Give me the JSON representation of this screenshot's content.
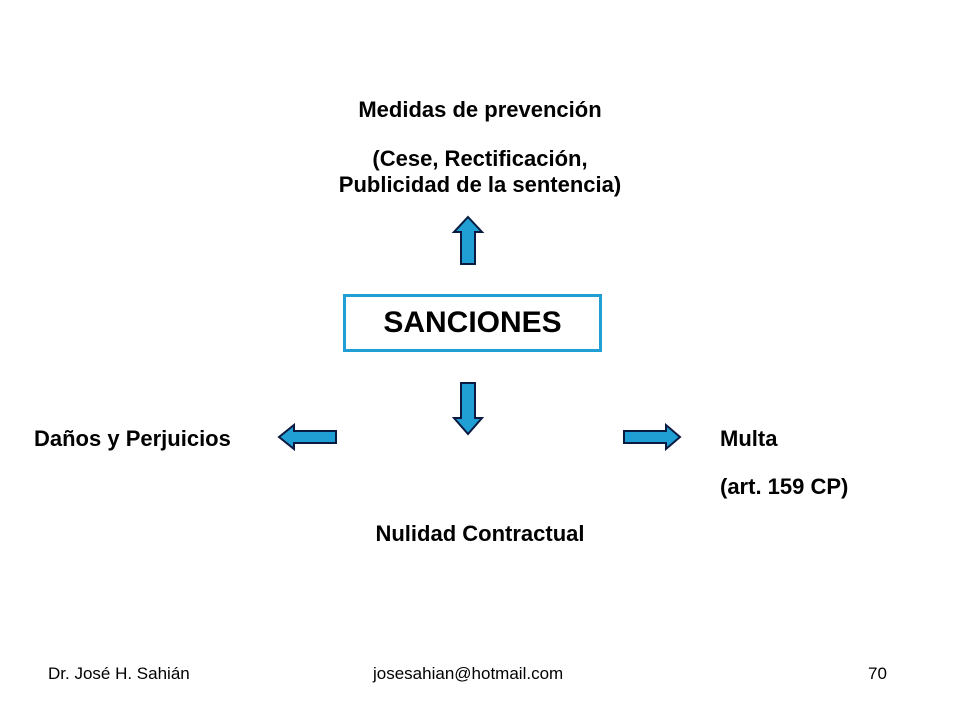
{
  "diagram": {
    "top": {
      "title": "Medidas de prevención",
      "detail": "(Cese, Rectificación,\nPublicidad de la sentencia)"
    },
    "center": {
      "label": "SANCIONES"
    },
    "left": {
      "label": "Daños y Perjuicios"
    },
    "right": {
      "label": "Multa",
      "detail": "(art. 159 CP)"
    },
    "bottom": {
      "label": "Nulidad Contractual"
    },
    "colors": {
      "box_border": "#1f9fd4",
      "arrow_fill": "#1f9fd4",
      "arrow_stroke": "#0a1a40"
    }
  },
  "footer": {
    "author": "Dr. José H. Sahián",
    "email": "josesahian@hotmail.com",
    "page": "70"
  }
}
